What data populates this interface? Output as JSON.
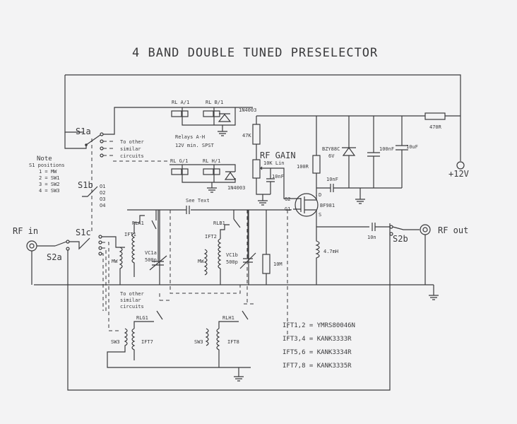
{
  "title": "4 BAND DOUBLE TUNED PRESELECTOR",
  "relays": {
    "a": "RL A/1",
    "b": "RL B/1",
    "g": "RL G/1",
    "h": "RL H/1",
    "diode_top": "1N4003",
    "diode_bottom": "1N4003",
    "note1": "Relays A-H",
    "note2": "12V min. SPST"
  },
  "switches": {
    "s1a": "S1a",
    "s1b": "S1b",
    "s1c": "S1c",
    "s2a": "S2a",
    "s2b": "S2b",
    "s1b_contacts": [
      "O1",
      "O2",
      "O3",
      "O4"
    ],
    "other_circuits": [
      "To other",
      "similar",
      "circuits"
    ]
  },
  "note": {
    "heading": "Note",
    "subheading": "S1 positions",
    "lines": [
      "1 = MW",
      "2 = SW1",
      "3 = SW2",
      "4 = SW3"
    ]
  },
  "gain": {
    "r47k": "47K",
    "label": "RF GAIN",
    "pot": "10K Lin",
    "cap": "10nF"
  },
  "supply": {
    "r470": "470R",
    "zener": "BZY88C",
    "zener_v": "6V",
    "c100n": "100nF",
    "c10u": "10uF",
    "r100": "100R",
    "c10n": "10nF",
    "vplus": "+12V"
  },
  "fet": {
    "part": "BF981",
    "g1": "G1",
    "g2": "G2",
    "d": "D",
    "s": "S"
  },
  "tuned": {
    "see_text": "See Text",
    "rla1": "RLA1",
    "rlb1": "RLB1",
    "ift1": "IFT1",
    "ift2": "IFT2",
    "mw1": "MW",
    "mw2": "MW",
    "vc1a": "VC1a",
    "vc1a_v": "500p",
    "vc1b": "VC1b",
    "vc1b_v": "500p",
    "r10m": "10M",
    "choke": "4.7mH",
    "c_out": "10n",
    "rlg1": "RLG1",
    "rlh1": "RLH1",
    "ift7": "IFT7",
    "ift8": "IFT8",
    "sw3a": "SW3",
    "sw3b": "SW3"
  },
  "io": {
    "rf_in": "RF in",
    "rf_out": "RF out"
  },
  "parts_list": [
    "IFT1,2 = YMRS80046N",
    "IFT3,4 = KANK3333R",
    "IFT5,6 = KANK3334R",
    "IFT7,8 = KANK3335R"
  ]
}
